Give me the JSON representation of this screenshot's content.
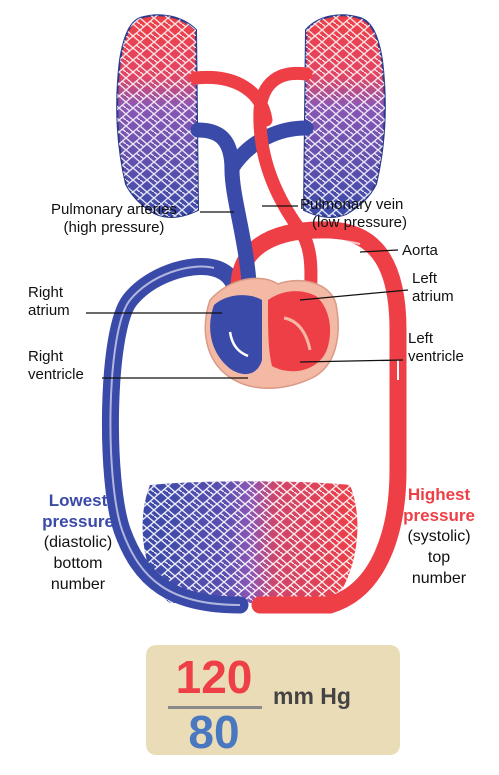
{
  "labels": {
    "pulmonary_arteries": [
      "Pulmonary arteries",
      "(high pressure)"
    ],
    "pulmonary_vein": [
      "Pulmonary vein",
      "(low pressure)"
    ],
    "aorta": "Aorta",
    "left_atrium": [
      "Left",
      "atrium"
    ],
    "left_ventricle": [
      "Left",
      "ventricle"
    ],
    "right_atrium": [
      "Right",
      "atrium"
    ],
    "right_ventricle": [
      "Right",
      "ventricle"
    ],
    "lowest_pressure": [
      "Lowest",
      "pressure",
      "(diastolic)",
      "bottom",
      "number"
    ],
    "highest_pressure": [
      "Highest",
      "pressure",
      "(systolic)",
      "top",
      "number"
    ]
  },
  "blood_pressure": {
    "systolic": "120",
    "diastolic": "80",
    "unit": "mm Hg"
  },
  "colors": {
    "oxygenated": "#ee3f46",
    "deoxygenated": "#3a4aa8",
    "mixed": "#8a57b5",
    "heart_tissue": "#f3b9a4",
    "panel": "#eadcb6"
  }
}
